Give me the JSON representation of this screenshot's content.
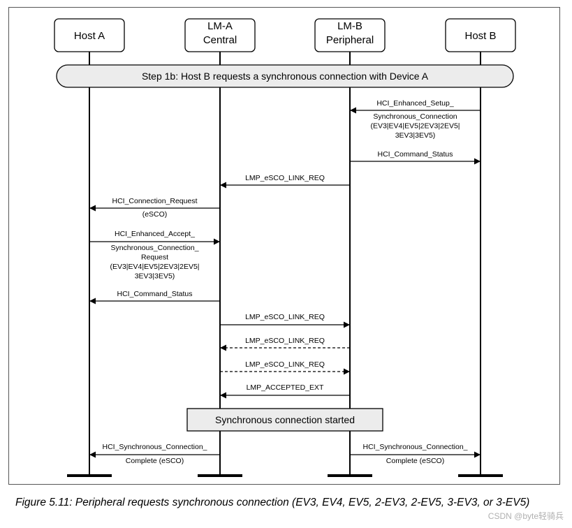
{
  "participants": [
    {
      "id": "host-a",
      "lines": [
        "Host A"
      ]
    },
    {
      "id": "lm-a",
      "lines": [
        "LM-A",
        "Central"
      ]
    },
    {
      "id": "lm-b",
      "lines": [
        "LM-B",
        "Peripheral"
      ]
    },
    {
      "id": "host-b",
      "lines": [
        "Host B"
      ]
    }
  ],
  "step_band": "Step 1b:  Host B requests a synchronous connection with Device A",
  "messages": [
    {
      "from": "host-b",
      "to": "lm-b",
      "style": "solid",
      "label": [
        "HCI_Enhanced_Setup_",
        "Synchronous_Connection",
        "(EV3|EV4|EV5|2EV3|2EV5|",
        "3EV3|3EV5)"
      ]
    },
    {
      "from": "lm-b",
      "to": "host-b",
      "style": "solid",
      "label": [
        "HCI_Command_Status"
      ]
    },
    {
      "from": "lm-b",
      "to": "lm-a",
      "style": "solid",
      "label": [
        "LMP_eSCO_LINK_REQ"
      ]
    },
    {
      "from": "lm-a",
      "to": "host-a",
      "style": "solid",
      "label": [
        "HCI_Connection_Request",
        "(eSCO)"
      ]
    },
    {
      "from": "host-a",
      "to": "lm-a",
      "style": "solid",
      "label": [
        "HCI_Enhanced_Accept_",
        "Synchronous_Connection_",
        "Request",
        "(EV3|EV4|EV5|2EV3|2EV5|",
        "3EV3|3EV5)"
      ]
    },
    {
      "from": "lm-a",
      "to": "host-a",
      "style": "solid",
      "label": [
        "HCI_Command_Status"
      ]
    },
    {
      "from": "lm-a",
      "to": "lm-b",
      "style": "solid",
      "label": [
        "LMP_eSCO_LINK_REQ"
      ]
    },
    {
      "from": "lm-b",
      "to": "lm-a",
      "style": "dashed",
      "label": [
        "LMP_eSCO_LINK_REQ"
      ]
    },
    {
      "from": "lm-a",
      "to": "lm-b",
      "style": "dashed",
      "label": [
        "LMP_eSCO_LINK_REQ"
      ]
    },
    {
      "from": "lm-b",
      "to": "lm-a",
      "style": "solid",
      "label": [
        "LMP_ACCEPTED_EXT"
      ]
    },
    {
      "from": "lm-a",
      "to": "host-a",
      "style": "solid",
      "label": [
        "HCI_Synchronous_Connection_",
        "Complete (eSCO)"
      ]
    },
    {
      "from": "lm-b",
      "to": "host-b",
      "style": "solid",
      "label": [
        "HCI_Synchronous_Connection_",
        "Complete (eSCO)"
      ]
    }
  ],
  "status_box": "Synchronous connection started",
  "caption": "Figure 5.11: Peripheral requests synchronous connection (EV3, EV4, EV5, 2-EV3, 2-EV5, 3-EV3, or 3-EV5)",
  "watermark": "CSDN @byte轻骑兵"
}
